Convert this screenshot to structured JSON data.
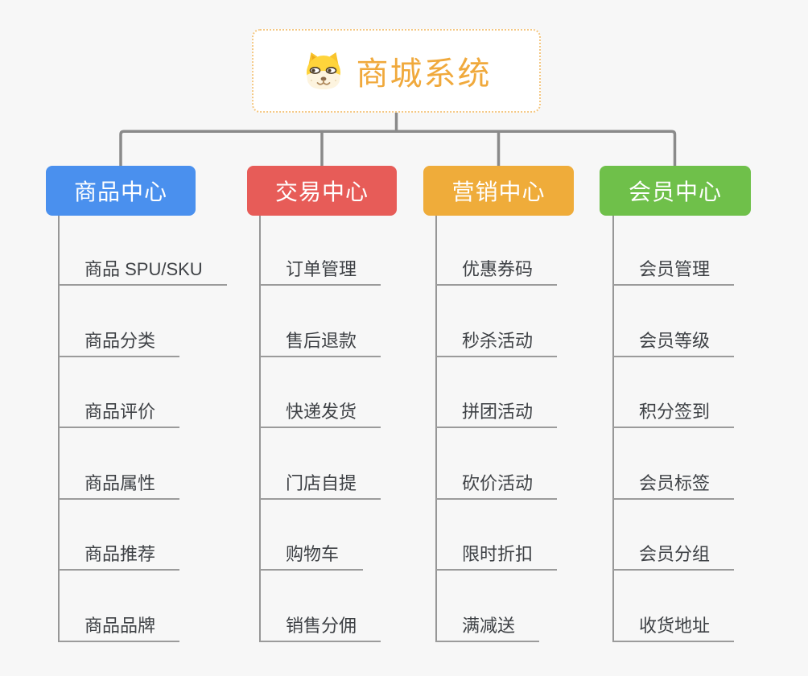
{
  "root": {
    "title": "商城系统",
    "icon": "shiba-dog-icon",
    "title_color": "#F0A93C",
    "border_color": "#F4C782"
  },
  "branches": [
    {
      "label": "商品中心",
      "color": "#4A90EE",
      "items": [
        "商品 SPU/SKU",
        "商品分类",
        "商品评价",
        "商品属性",
        "商品推荐",
        "商品品牌"
      ]
    },
    {
      "label": "交易中心",
      "color": "#E75C58",
      "items": [
        "订单管理",
        "售后退款",
        "快递发货",
        "门店自提",
        "购物车",
        "销售分佣"
      ]
    },
    {
      "label": "营销中心",
      "color": "#EFAC3A",
      "items": [
        "优惠券码",
        "秒杀活动",
        "拼团活动",
        "砍价活动",
        "限时折扣",
        "满减送"
      ]
    },
    {
      "label": "会员中心",
      "color": "#6FC04A",
      "items": [
        "会员管理",
        "会员等级",
        "积分签到",
        "会员标签",
        "会员分组",
        "收货地址"
      ]
    }
  ],
  "colors": {
    "connector": "#8A8A8A",
    "branch_line": "#979797",
    "underline": "#9B9B9B",
    "background": "#F7F7F7",
    "leaf_text": "#3E4145"
  }
}
